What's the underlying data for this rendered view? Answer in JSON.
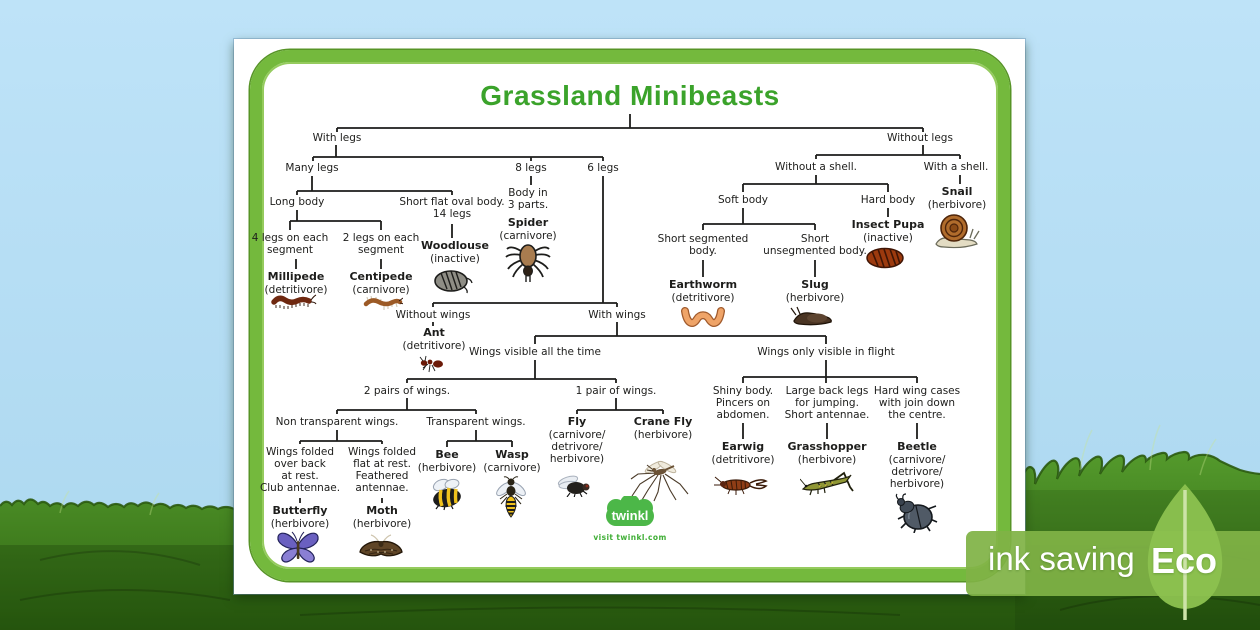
{
  "poster": {
    "title": "Grassland Minibeasts"
  },
  "branding": {
    "logo_text": "twinkl",
    "logo_tagline": "visit twinkl.com"
  },
  "eco_badge": {
    "label": "ink saving",
    "eco": "Eco"
  },
  "colors": {
    "title_green": "#3ba32b",
    "border_green": "#74b93d",
    "sky_blue": "#bee3f8",
    "grass_green": "#4d8f26",
    "badge_green": "#80b346",
    "twinkl_green": "#4cb748",
    "line_black": "#1d1d1b"
  },
  "tree": {
    "with_legs": "With legs",
    "without_legs": "Without legs",
    "many_legs": "Many legs",
    "eight_legs": "8 legs",
    "six_legs": "6 legs",
    "long_body": "Long body",
    "short_flat_oval_body": "Short flat oval body.\n14 legs",
    "body_in_3_parts": "Body in\n3 parts.",
    "four_legs_each_segment": "4 legs on each\nsegment",
    "two_legs_each_segment": "2 legs on each\nsegment",
    "without_wings": "Without wings",
    "with_wings": "With wings",
    "wings_visible_all_time": "Wings visible all the time",
    "wings_only_in_flight": "Wings only visible in flight",
    "two_pairs_of_wings": "2 pairs of wings.",
    "one_pair_of_wings": "1 pair of wings.",
    "non_transparent_wings": "Non transparent wings.",
    "transparent_wings": "Transparent wings.",
    "butterfly_desc": "Wings folded\nover back\nat rest.\nClub antennae.",
    "moth_desc": "Wings folded\nflat at rest.\nFeathered\nantennae.",
    "earwig_desc": "Shiny body.\nPincers on\nabdomen.",
    "grasshopper_desc": "Large back legs\nfor jumping.\nShort antennae.",
    "beetle_desc": "Hard wing cases\nwith join down\nthe centre.",
    "without_shell": "Without a shell.",
    "with_shell": "With a shell.",
    "soft_body": "Soft body",
    "hard_body": "Hard body",
    "short_segmented_body": "Short segmented\nbody.",
    "short_unsegmented_body": "Short\nunsegmented body."
  },
  "creatures": {
    "millipede": {
      "name": "Millipede",
      "diet": "(detritivore)"
    },
    "centipede": {
      "name": "Centipede",
      "diet": "(carnivore)"
    },
    "woodlouse": {
      "name": "Woodlouse",
      "diet": "(inactive)"
    },
    "spider": {
      "name": "Spider",
      "diet": "(carnivore)"
    },
    "ant": {
      "name": "Ant",
      "diet": "(detritivore)"
    },
    "snail": {
      "name": "Snail",
      "diet": "(herbivore)"
    },
    "insect_pupa": {
      "name": "Insect Pupa",
      "diet": "(inactive)"
    },
    "earthworm": {
      "name": "Earthworm",
      "diet": "(detritivore)"
    },
    "slug": {
      "name": "Slug",
      "diet": "(herbivore)"
    },
    "butterfly": {
      "name": "Butterfly",
      "diet": "(herbivore)"
    },
    "moth": {
      "name": "Moth",
      "diet": "(herbivore)"
    },
    "bee": {
      "name": "Bee",
      "diet": "(herbivore)"
    },
    "wasp": {
      "name": "Wasp",
      "diet": "(carnivore)"
    },
    "fly": {
      "name": "Fly",
      "diet": "(carnivore/\ndetrivore/\nherbivore)"
    },
    "crane_fly": {
      "name": "Crane Fly",
      "diet": "(herbivore)"
    },
    "earwig": {
      "name": "Earwig",
      "diet": "(detritivore)"
    },
    "grasshopper": {
      "name": "Grasshopper",
      "diet": "(herbivore)"
    },
    "beetle": {
      "name": "Beetle",
      "diet": "(carnivore/\ndetrivore/\nherbivore)"
    }
  }
}
